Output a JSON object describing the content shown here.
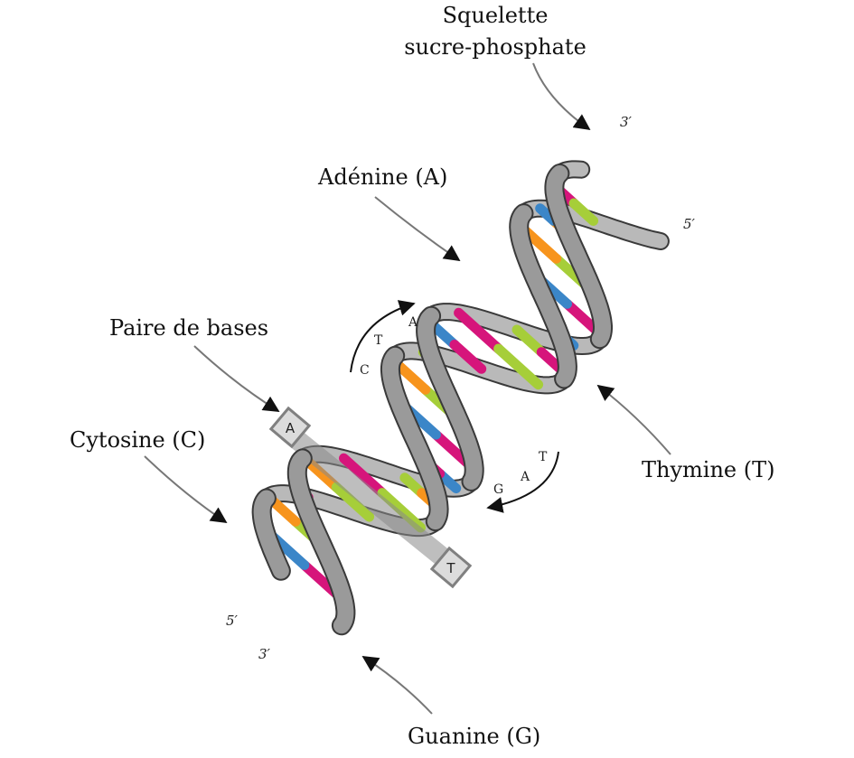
{
  "labels": {
    "backbone_line1": "Squelette",
    "backbone_line2": "sucre-phosphate",
    "adenine": "Adénine (A)",
    "base_pair": "Paire de bases",
    "cytosine": "Cytosine (C)",
    "thymine": "Thymine (T)",
    "guanine": "Guanine (G)"
  },
  "ends": {
    "top_3": "3′",
    "top_5": "5′",
    "bottom_5": "5′",
    "bottom_3": "3′"
  },
  "base_pair_box": {
    "left": "A",
    "right": "T"
  },
  "sequence_upper": [
    "A",
    "T",
    "C"
  ],
  "sequence_lower": [
    "T",
    "A",
    "G"
  ],
  "colors": {
    "backbone": "#9a9a9a",
    "backbone_stroke": "#3a3a3a",
    "adenine": "#a6ce39",
    "thymine": "#f7941d",
    "cytosine": "#3b86c8",
    "guanine": "#d6157b",
    "box": "#dcdcdc"
  }
}
